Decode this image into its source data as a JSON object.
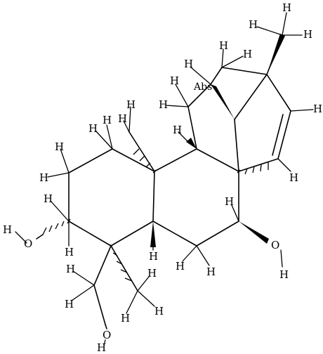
{
  "structure": {
    "atom_labels": {
      "oh1": "O",
      "oh1_h": "H",
      "oh2": "O",
      "oh2_h": "H",
      "oh3": "O",
      "oh3_h": "H",
      "abs": "Abs"
    },
    "h_label": "H"
  }
}
